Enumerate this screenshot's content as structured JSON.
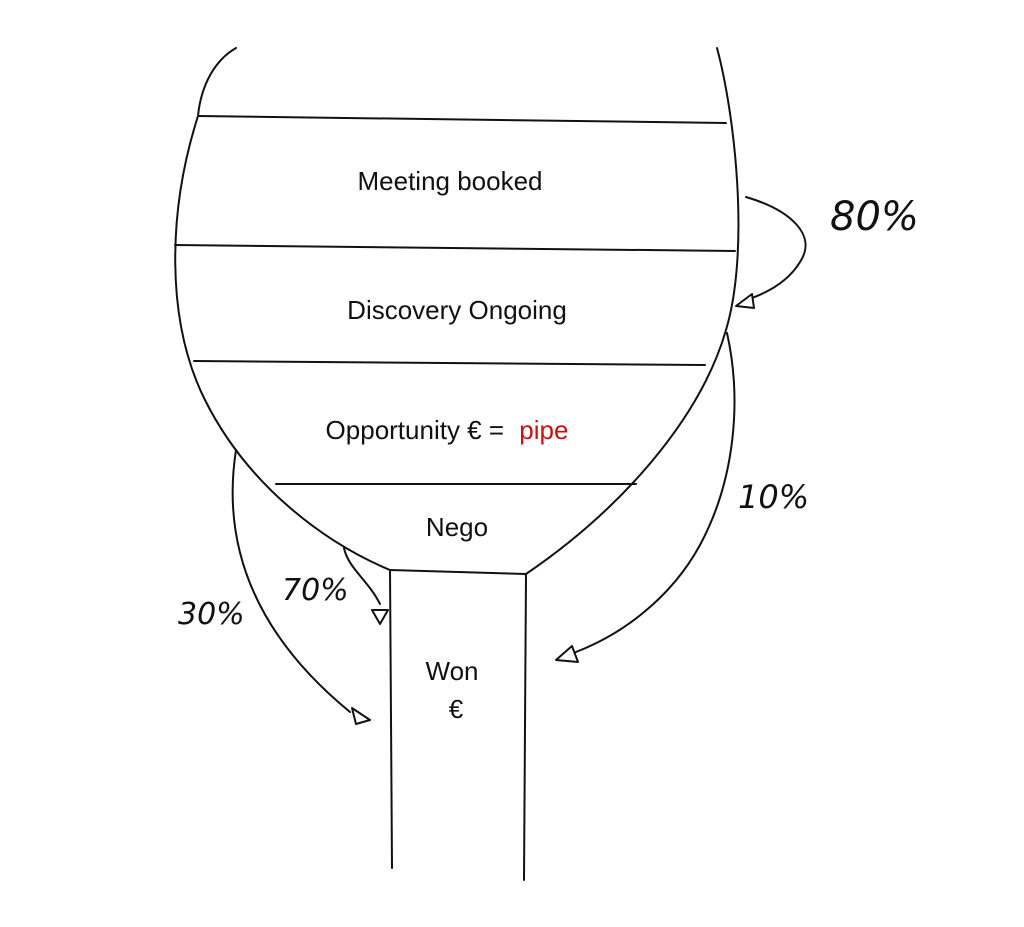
{
  "stages": {
    "meeting": "Meeting booked",
    "discovery": "Discovery Ongoing",
    "opportunity_prefix": "Opportunity € =",
    "opportunity_suffix": "pipe",
    "nego": "Nego",
    "won_line1": "Won",
    "won_line2": "€"
  },
  "conversions": {
    "meeting_to_discovery": "80%",
    "discovery_to_won": "10%",
    "nego_to_won": "70%",
    "opportunity_to_won": "30%"
  },
  "colors": {
    "ink": "#111111",
    "highlight": "#cc1111",
    "background": "#ffffff"
  }
}
